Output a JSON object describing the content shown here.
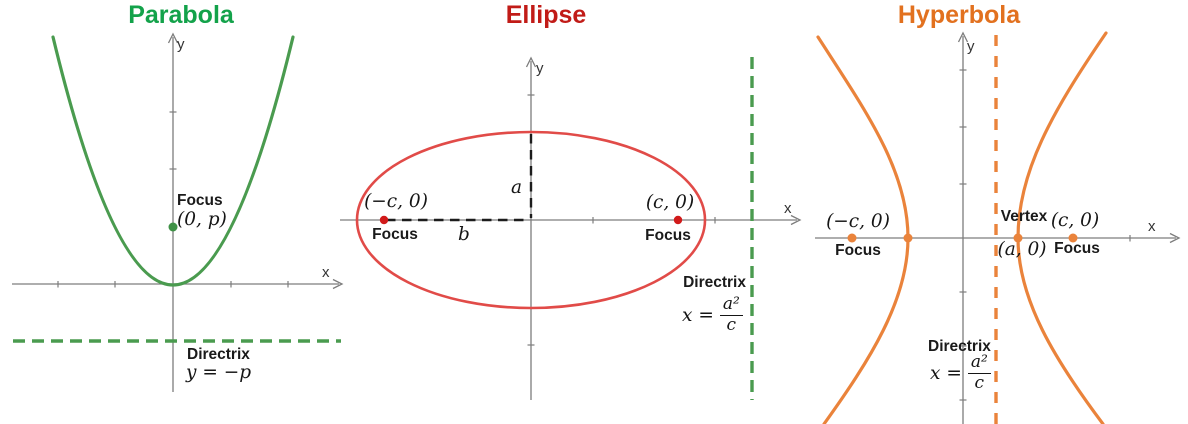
{
  "figure": {
    "parabola": {
      "title": "Parabola",
      "title_color": "#13a24a",
      "curve_color": "#4a9b4f",
      "directrix_color": "#4a9b4f",
      "focus_dot_color": "#3f9146",
      "x_axis_label": "x",
      "y_axis_label": "y",
      "focus": {
        "label": "Focus",
        "coordinates": "(0, p)"
      },
      "directrix": {
        "label": "Directrix",
        "equation": "y = −p"
      }
    },
    "ellipse": {
      "title": "Ellipse",
      "title_color": "#c11b17",
      "curve_color": "#e14b48",
      "directrix_color": "#4a9b4f",
      "focus_dot_color": "#d11a1a",
      "x_axis_label": "x",
      "y_axis_label": "y",
      "left_focus": {
        "label": "Focus",
        "coordinates": "(−c, 0)"
      },
      "right_focus": {
        "label": "Focus",
        "coordinates": "(c, 0)"
      },
      "semi_axis_a_label": "a",
      "semi_axis_b_label": "b",
      "directrix": {
        "label": "Directrix",
        "eq_lhs": "x =",
        "eq_numerator": "a²",
        "eq_denominator": "c"
      }
    },
    "hyperbola": {
      "title": "Hyperbola",
      "title_color": "#e2711f",
      "curve_color": "#ea833b",
      "directrix_color": "#ea833b",
      "focus_dot_color": "#ea833b",
      "x_axis_label": "x",
      "y_axis_label": "y",
      "left_focus": {
        "label": "Focus",
        "coordinates": "(−c, 0)"
      },
      "right_focus": {
        "label": "Focus",
        "coordinates": "(c, 0)"
      },
      "vertex": {
        "label": "Vertex",
        "coordinates": "(a, 0)"
      },
      "directrix": {
        "label": "Directrix",
        "eq_lhs": "x =",
        "eq_numerator": "a²",
        "eq_denominator": "c"
      }
    }
  }
}
